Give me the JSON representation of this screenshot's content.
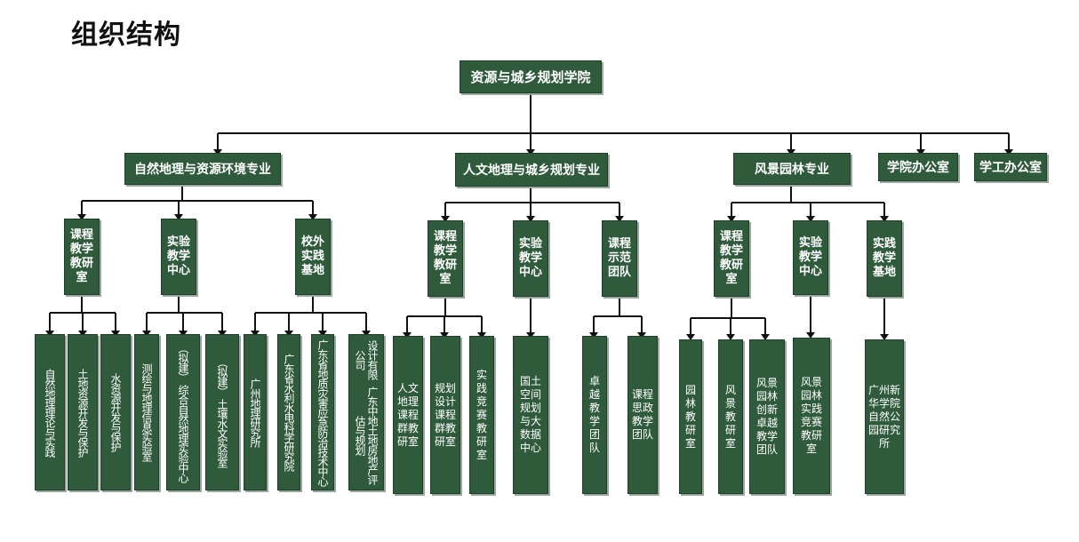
{
  "title": "组织结构",
  "root": "资源与城乡规划学院",
  "majors": {
    "m1": "自然地理与资源环境专业",
    "m2": "人文地理与城乡规划专业",
    "m3": "风景园林专业",
    "office1": "学院办公室",
    "office2": "学工办公室"
  },
  "units": {
    "u1": "课程教学教研室",
    "u2": "实验教学中心",
    "u3": "校外实践基地",
    "u4": "课程教学教研室",
    "u5": "实验教学中心",
    "u6": "课程示范团队",
    "u7": "课程教学教研室",
    "u8": "实验教学中心",
    "u9": "实践教学基地"
  },
  "leaves": {
    "l1": "自然地理理论与实践",
    "l2": "土地资源开发与保护",
    "l3": "水资源开发与保护",
    "l4": "测绘与地理信息实验室",
    "l5a": "综合自然地理实验中心",
    "l5b": "（拟建）",
    "l6a": "土壤水文实验室",
    "l6b": "（拟建）",
    "l7": "广州地理研究所",
    "l8": "广东省水利水电科学研究院",
    "l9": "广东省地质灾害应急防治技术中心",
    "l10a": "广东中地土地房地产评估与规划",
    "l10b": "设计有限公司",
    "l11": "人文地理课程群教研室",
    "l12": "规划设计课程群教研室",
    "l13": "实践竞赛教研室",
    "l14": "国土空间规划与大数据中心",
    "l15": "卓越教学团队",
    "l16": "课程思政教学团队",
    "l17": "园林教研室",
    "l18": "风景教研室",
    "l19": "风景园林创新卓越教学团队",
    "l20": "风景园林实践竞赛教研室",
    "l21": "广州新华学院自然公园研究所"
  },
  "colors": {
    "box": "#2f5b3c",
    "line": "#111111",
    "text": "#ffffff"
  }
}
